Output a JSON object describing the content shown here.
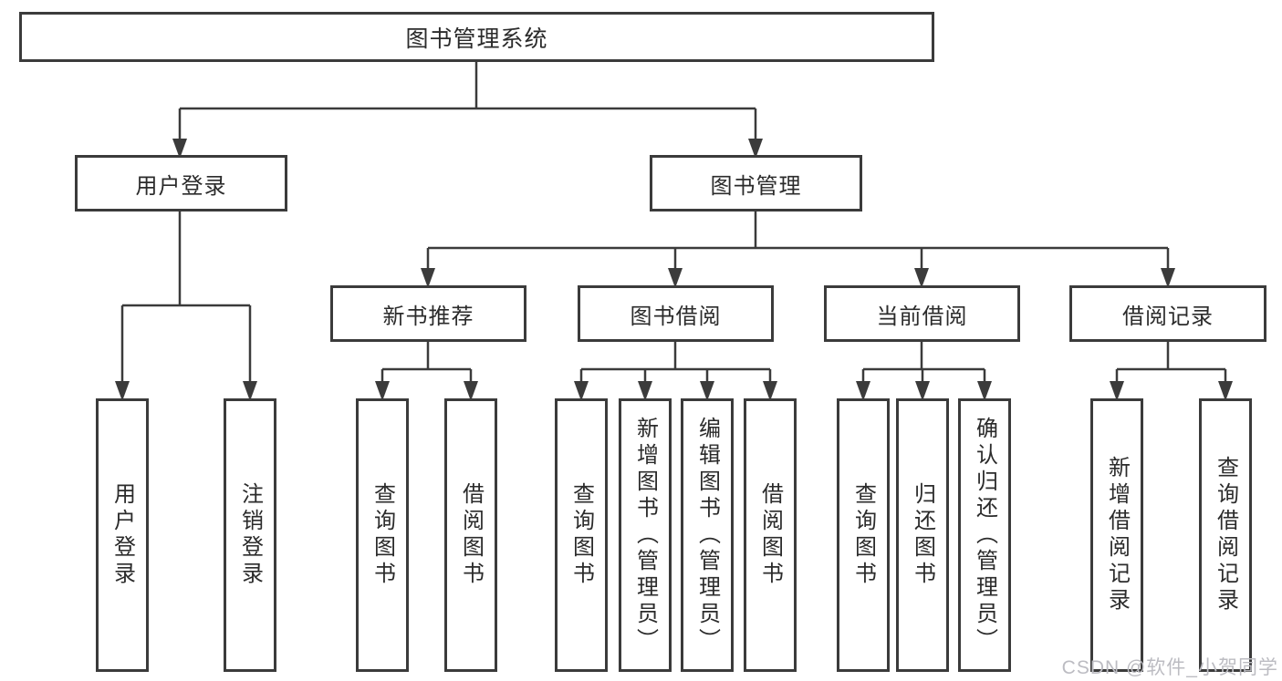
{
  "diagram": {
    "title": "图书管理系统",
    "root": {
      "label": "图书管理系统"
    },
    "level2": [
      {
        "label": "用户登录"
      },
      {
        "label": "图书管理"
      }
    ],
    "level3": [
      {
        "label": "新书推荐"
      },
      {
        "label": "图书借阅"
      },
      {
        "label": "当前借阅"
      },
      {
        "label": "借阅记录"
      }
    ],
    "leaves": {
      "login": [
        {
          "label": "用户登录"
        },
        {
          "label": "注销登录"
        }
      ],
      "recommend": [
        {
          "label": "查询图书"
        },
        {
          "label": "借阅图书"
        }
      ],
      "borrow": [
        {
          "label": "查询图书"
        },
        {
          "label": "新增图书（管理员）"
        },
        {
          "label": "编辑图书（管理员）"
        },
        {
          "label": "借阅图书"
        }
      ],
      "current": [
        {
          "label": "查询图书"
        },
        {
          "label": "归还图书"
        },
        {
          "label": "确认归还（管理员）"
        }
      ],
      "records": [
        {
          "label": "新增借阅记录"
        },
        {
          "label": "查询借阅记录"
        }
      ]
    },
    "watermark": "CSDN @软件_小贺同学",
    "colors": {
      "line": "#3b3b3b",
      "box_border": "#3b3b3b",
      "text": "#2b2b2b",
      "watermark": "#bcbcc2",
      "background": "#ffffff"
    }
  }
}
